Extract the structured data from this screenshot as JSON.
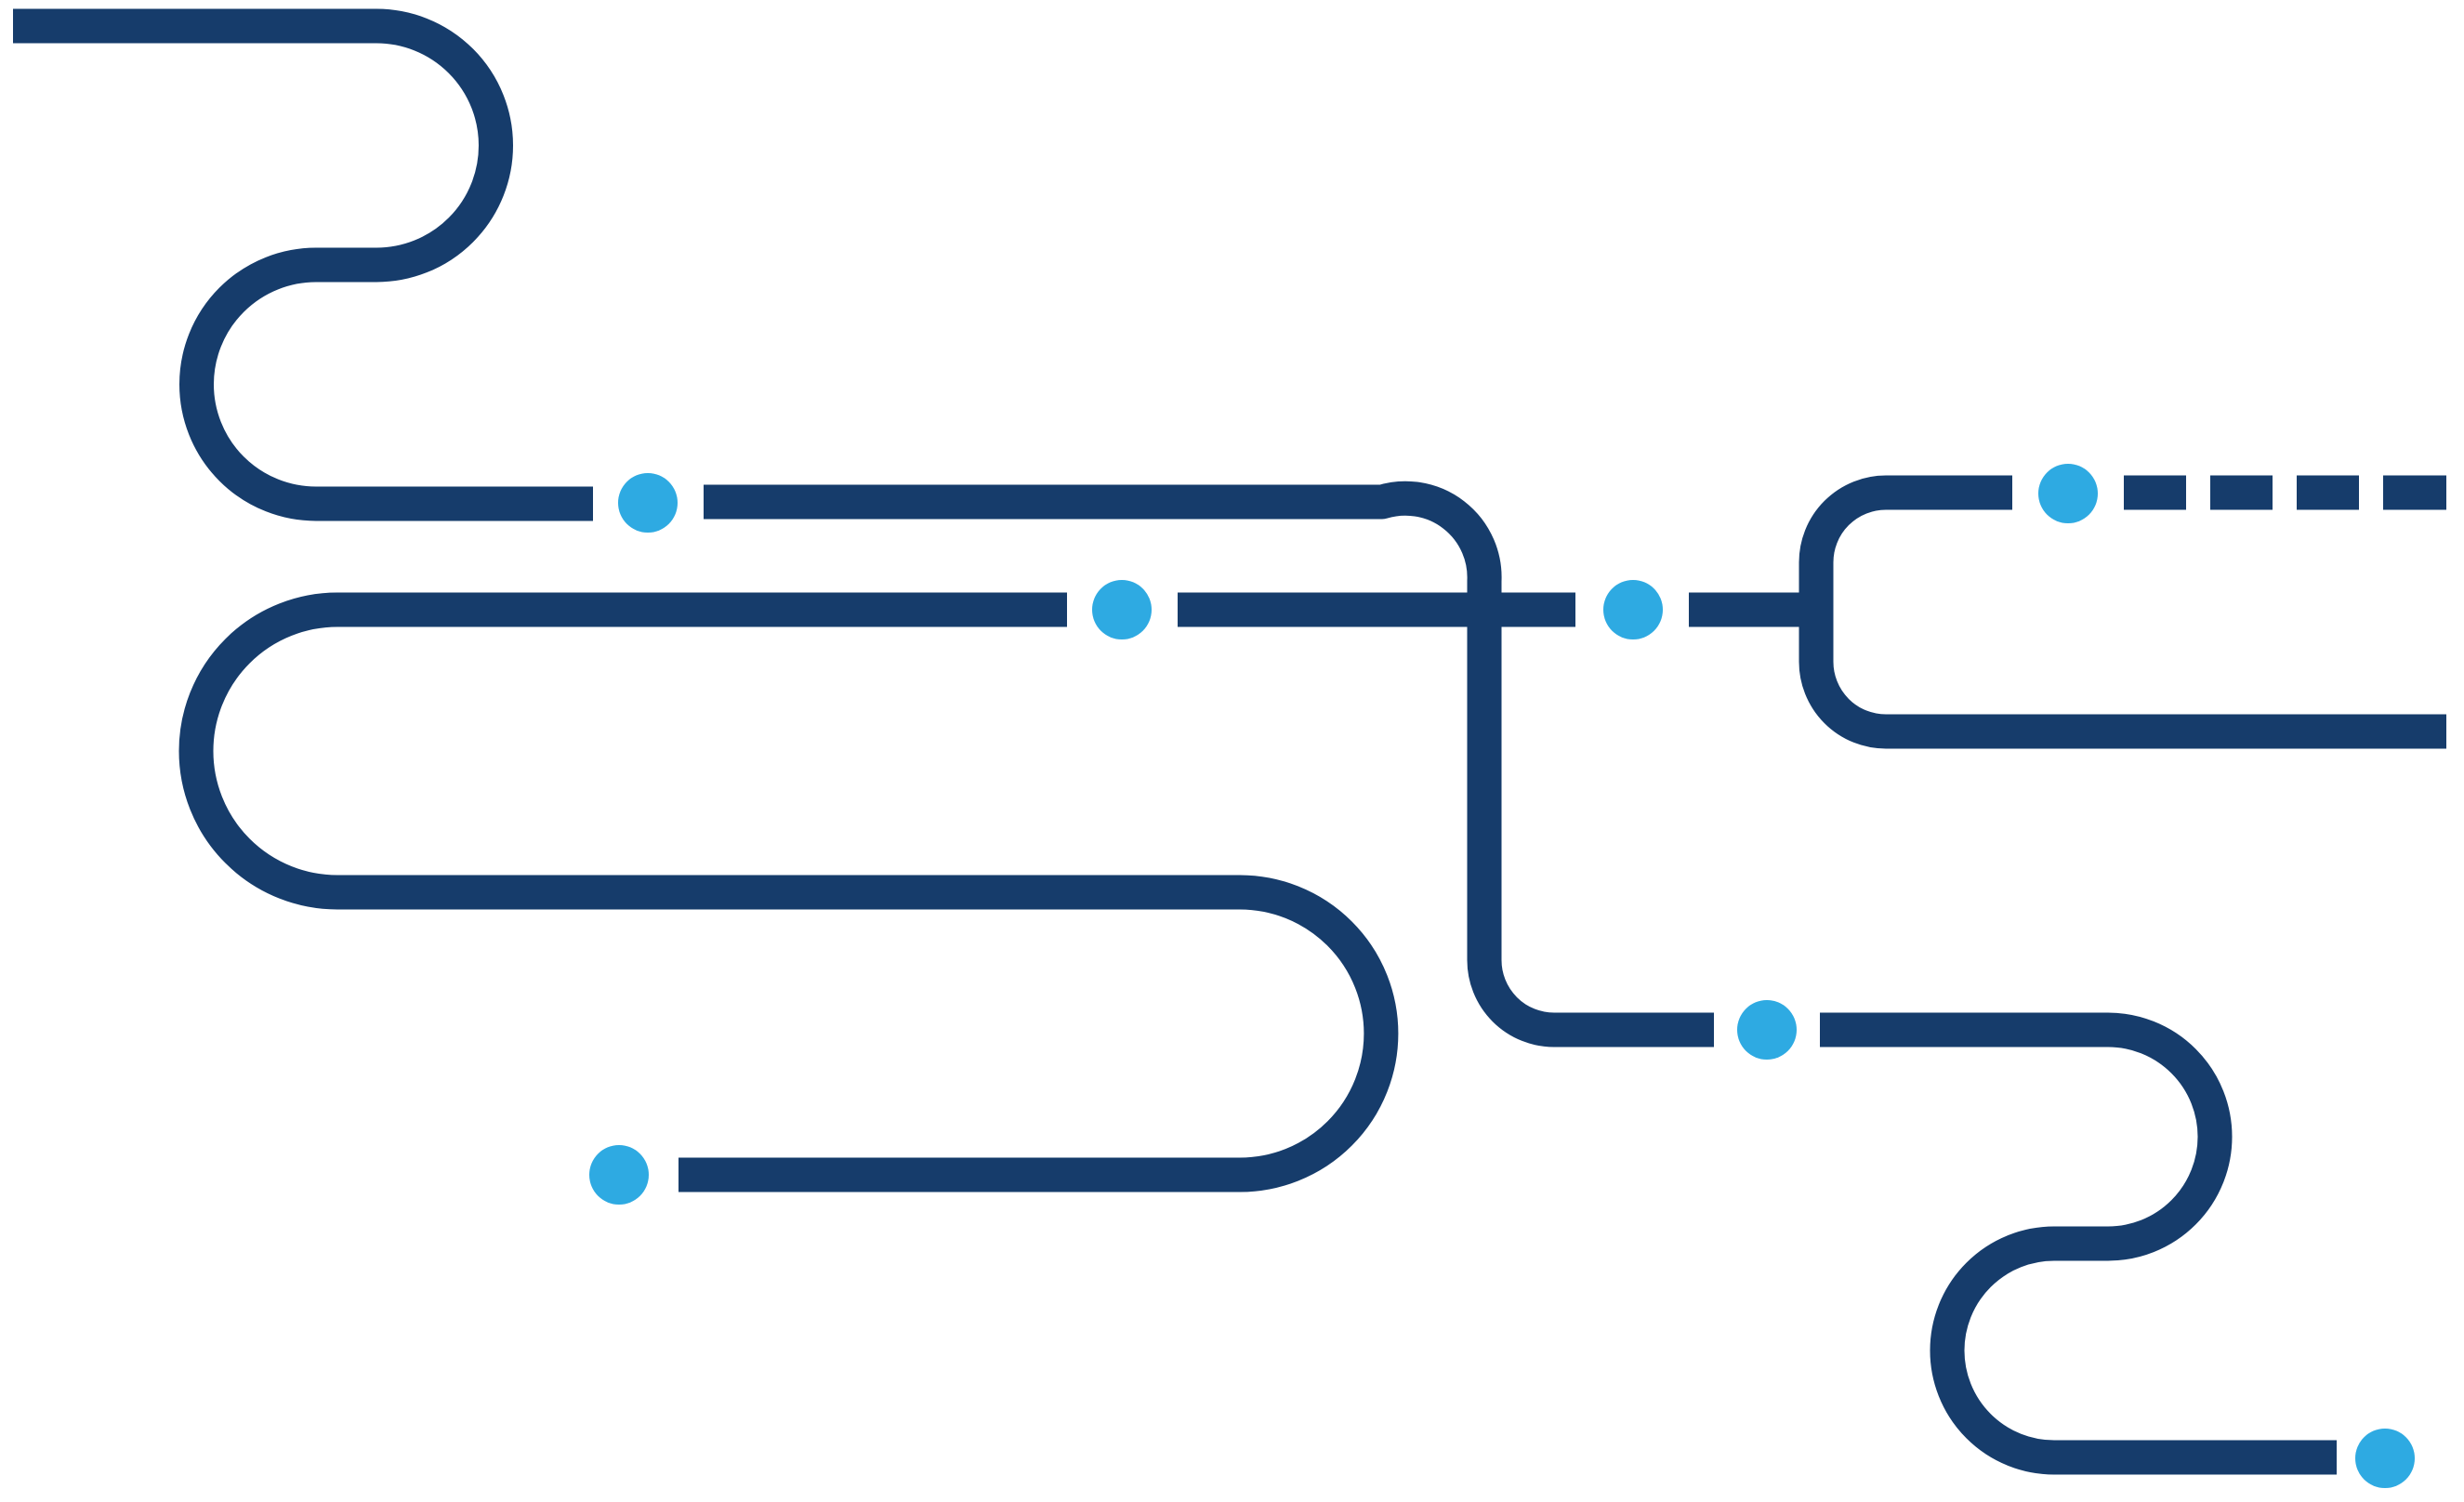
{
  "diagram": {
    "colors": {
      "background": "#ffffff",
      "line": "#163c6b",
      "node": "#2eaae2"
    },
    "paths": [
      {
        "name": "path-top-left-s-curve"
      },
      {
        "name": "path-upper-connector"
      },
      {
        "name": "path-middle-line-to-first-node"
      },
      {
        "name": "path-middle-line-to-second-node"
      },
      {
        "name": "path-middle-line-to-third-node"
      },
      {
        "name": "path-large-s-curve"
      },
      {
        "name": "path-vertical-branch"
      },
      {
        "name": "path-lower-right-s-curve"
      },
      {
        "name": "path-right-fork"
      },
      {
        "name": "path-right-fork-bottom"
      },
      {
        "name": "path-dashed-segment-1"
      },
      {
        "name": "path-dashed-segment-2"
      },
      {
        "name": "path-dashed-segment-3"
      },
      {
        "name": "path-dashed-segment-4"
      }
    ],
    "nodes": [
      {
        "name": "node-upper-left"
      },
      {
        "name": "node-middle-left"
      },
      {
        "name": "node-middle-right"
      },
      {
        "name": "node-top-right"
      },
      {
        "name": "node-bottom-left"
      },
      {
        "name": "node-lower-middle"
      },
      {
        "name": "node-bottom-right"
      }
    ]
  }
}
